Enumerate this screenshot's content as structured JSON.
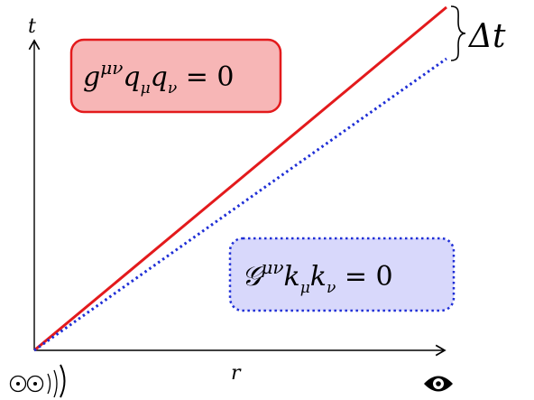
{
  "axes": {
    "vertical_label": "t",
    "horizontal_label": "r"
  },
  "lines": {
    "solid": {
      "color": "#e31a1c",
      "style": "solid"
    },
    "dotted": {
      "color": "#1f2fd6",
      "style": "dotted"
    }
  },
  "brace_label": "Δt",
  "box_top": {
    "fill": "#f7b6b6",
    "border": "#e31a1c",
    "base": "g",
    "sup": "μν",
    "t1": "q",
    "s1": "μ",
    "t2": "q",
    "s2": "ν",
    "rhs": " = 0"
  },
  "box_bottom": {
    "fill": "#d8d8fb",
    "border": "#1f2fd6",
    "base": "𝒢",
    "sup": "μν",
    "t1": "k",
    "s1": "μ",
    "t2": "k",
    "s2": "ν",
    "rhs": " = 0"
  },
  "icons": {
    "source": "source-emitter-icon",
    "observer": "eye-icon"
  }
}
